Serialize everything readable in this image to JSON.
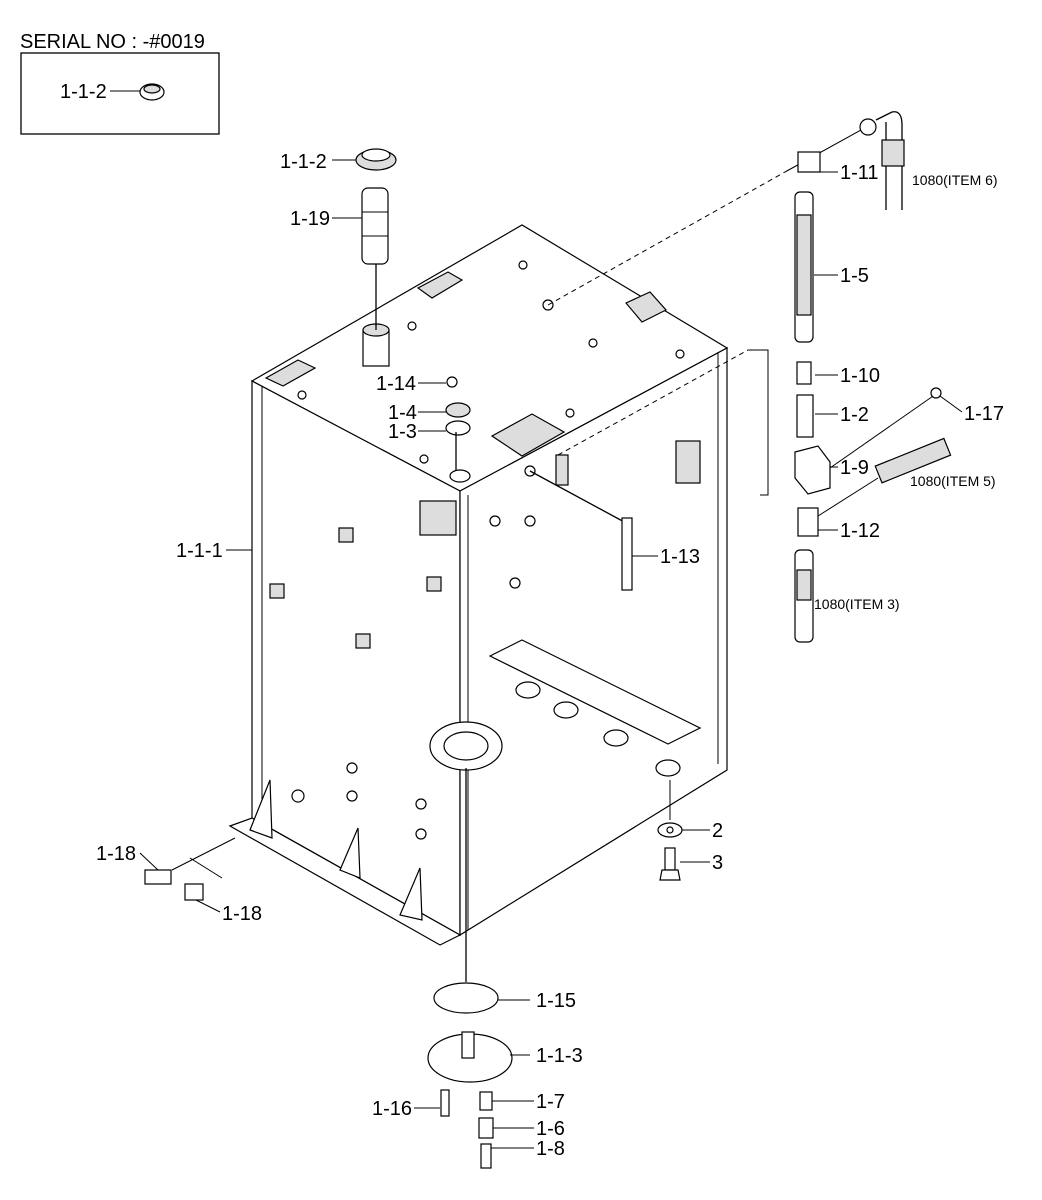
{
  "serial_box": {
    "title": "SERIAL NO : -#0019",
    "part_label": "1-1-2"
  },
  "labels": {
    "p_1_1_2": "1-1-2",
    "p_1_19": "1-19",
    "p_1_11": "1-11",
    "p_1080_item6": "1080(ITEM 6)",
    "p_1_5": "1-5",
    "p_1_10": "1-10",
    "p_1_2": "1-2",
    "p_1_17": "1-17",
    "p_1_9": "1-9",
    "p_1080_item5": "1080(ITEM 5)",
    "p_1_12": "1-12",
    "p_1_13": "1-13",
    "p_1080_item3": "1080(ITEM 3)",
    "p_1_14": "1-14",
    "p_1_4": "1-4",
    "p_1_3": "1-3",
    "p_1_1_1": "1-1-1",
    "p_1_18a": "1-18",
    "p_1_18b": "1-18",
    "p_2": "2",
    "p_3": "3",
    "p_1_15": "1-15",
    "p_1_1_3": "1-1-3",
    "p_1_16": "1-16",
    "p_1_7": "1-7",
    "p_1_6": "1-6",
    "p_1_8": "1-8"
  }
}
